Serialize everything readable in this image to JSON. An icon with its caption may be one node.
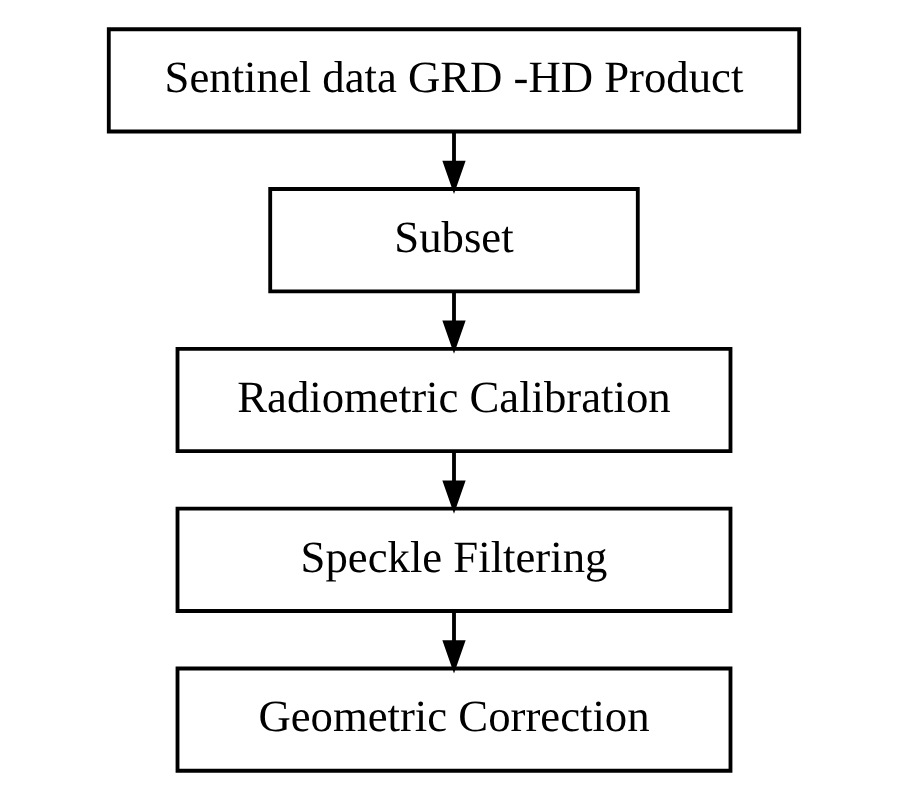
{
  "diagram": {
    "nodes": [
      {
        "text": [
          "Sentinel data GRD -HD Product"
        ]
      },
      {
        "text": [
          "Subset"
        ]
      },
      {
        "text": [
          "Radiometric Calibration"
        ]
      },
      {
        "text": [
          "Speckle Filtering"
        ]
      },
      {
        "text": [
          "Geometric Correction"
        ]
      }
    ],
    "edges": [
      {
        "from": 0,
        "to": 1,
        "arrow": "to"
      },
      {
        "from": 1,
        "to": 2,
        "arrow": "to"
      },
      {
        "from": 2,
        "to": 3,
        "arrow": "to"
      },
      {
        "from": 3,
        "to": 4,
        "arrow": "to"
      }
    ]
  }
}
